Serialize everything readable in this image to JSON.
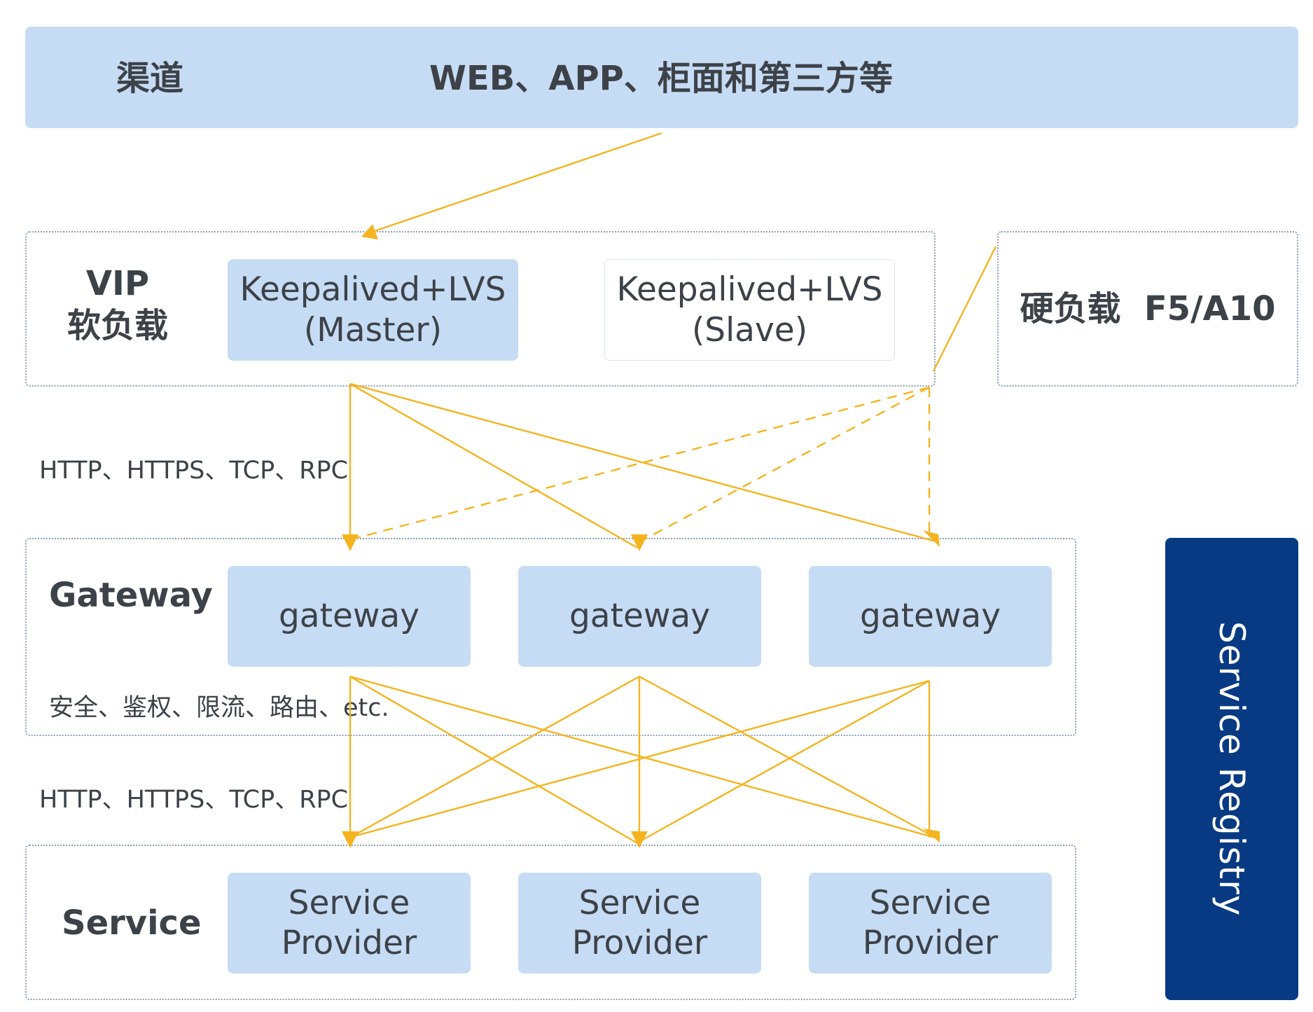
{
  "channel": {
    "label": "渠道",
    "content": "WEB、APP、柜面和第三方等"
  },
  "vip": {
    "label_line1": "VIP",
    "label_line2": "软负载",
    "master": {
      "line1": "Keepalived+LVS",
      "line2": "(Master)"
    },
    "slave": {
      "line1": "Keepalived+LVS",
      "line2": "(Slave)"
    }
  },
  "hardware_lb": {
    "label": "硬负载  F5/A10"
  },
  "protocols_1": "HTTP、HTTPS、TCP、RPC",
  "protocols_2": "HTTP、HTTPS、TCP、RPC",
  "gateway": {
    "label": "Gateway",
    "nodes": [
      "gateway",
      "gateway",
      "gateway"
    ],
    "features": "安全、鉴权、限流、路由、etc."
  },
  "service": {
    "label": "Service",
    "providers": [
      {
        "line1": "Service",
        "line2": "Provider"
      },
      {
        "line1": "Service",
        "line2": "Provider"
      },
      {
        "line1": "Service",
        "line2": "Provider"
      }
    ]
  },
  "registry": {
    "label": "Service Registry"
  },
  "colors": {
    "arrow": "#f5b41f",
    "box_fill": "#c6dcf4",
    "registry_fill": "#073a83",
    "text": "#3c4248"
  }
}
